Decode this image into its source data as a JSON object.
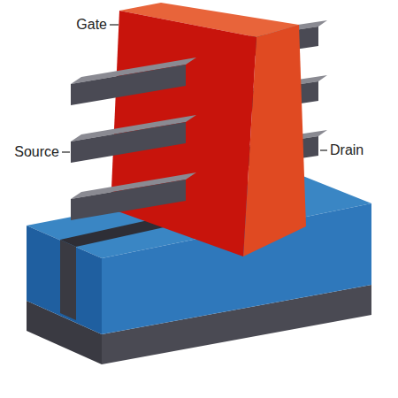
{
  "diagram": {
    "labels": [
      "Gate",
      "Source",
      "Drain"
    ]
  }
}
